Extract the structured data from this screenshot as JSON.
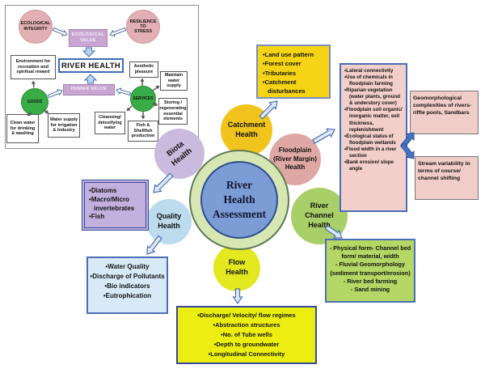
{
  "inset": {
    "circles": {
      "eco_integrity": "ECOLOGICAL\nINTEGRITY",
      "resilience": "RESILIENCE\nTO\nSTRESS",
      "goods": "GOODS",
      "services": "SERVICES"
    },
    "value_boxes": {
      "ecological": "ECOLOGICAL\nVALUE",
      "human": "HUMAN VALUE"
    },
    "river_health": "RIVER HEALTH",
    "benefit_boxes": {
      "env_recreation": "Environment for recreation and spiritual reward",
      "aesthetic": "Aesthetic pleasure",
      "maintain_water": "Maintain water supply",
      "storing": "Storing / regenerating essential elements",
      "clean_water": "Clean water for drinking & washing",
      "water_supply": "Water supply for irrigation & industry",
      "cleansing": "Cleansing/ detoxifying water",
      "fish": "Fish & Shellfish production"
    }
  },
  "center": {
    "title": "River\nHealth\nAssessment"
  },
  "circles": {
    "catchment": "Catchment\nHealth",
    "floodplain": "Floodplain\n(River Margin)\nHealth",
    "channel": "River\nChannel\nHealth",
    "flow": "Flow\nHealth",
    "quality": "Quality\nHealth",
    "biota": "Biota\nHealth"
  },
  "boxes": {
    "catchment_items": [
      "Land use pattern",
      "Forest cover",
      "Tributaries",
      "Catchment disturbances"
    ],
    "floodplain_items": [
      "Lateral connectivity",
      "Use of chemicals in floodplain farming",
      "Riparian vegetation (water plants, ground & understory cover)",
      "Floodplain soil organic/ inorganic matter, soil thickness, replenishment",
      "Ecological status of floodplain wetlands",
      "Flood width in a river section",
      "Bank erosion/ slope angle"
    ],
    "geomorph": "Geomorphological complexities of rivers-riffle pools, Sandbars",
    "stream": "Stream variability in terms of course/ channel shifting",
    "biota_items": [
      "Diatoms",
      "Macro/Micro invertebrates",
      "Fish"
    ],
    "quality_items": [
      "Water Quality",
      "Discharge of Pollutants",
      "Bio indicators",
      "Eutrophication"
    ],
    "flow_items": [
      "Discharge/ Velocity/ flow regimes",
      "Abstraction structures",
      "No. of Tube wells",
      "Depth to groundwater",
      "Longitudinal Connectivity"
    ],
    "channel_items": [
      "Physical form- Channel bed form/ material, width",
      "Fluvial Geomorphology (sediment transport/erosion)",
      "River bed farming",
      "Sand mining"
    ]
  },
  "colors": {
    "catchment_circle": "#f0c41c",
    "floodplain_circle": "#dfa8a4",
    "channel_circle": "#a9d068",
    "flow_circle": "#e4e81f",
    "quality_circle": "#bcdcee",
    "biota_circle": "#c9bade",
    "center_ring": "#d7e7b4",
    "center_core": "#7c9cd6",
    "yellow_box": "#f4d414",
    "pink_box": "#f2cfca",
    "green_box": "#b5d765",
    "blue_box": "#d8eaf7",
    "purple_box": "#c3b0de",
    "arrow_blue": "#4472c4"
  }
}
